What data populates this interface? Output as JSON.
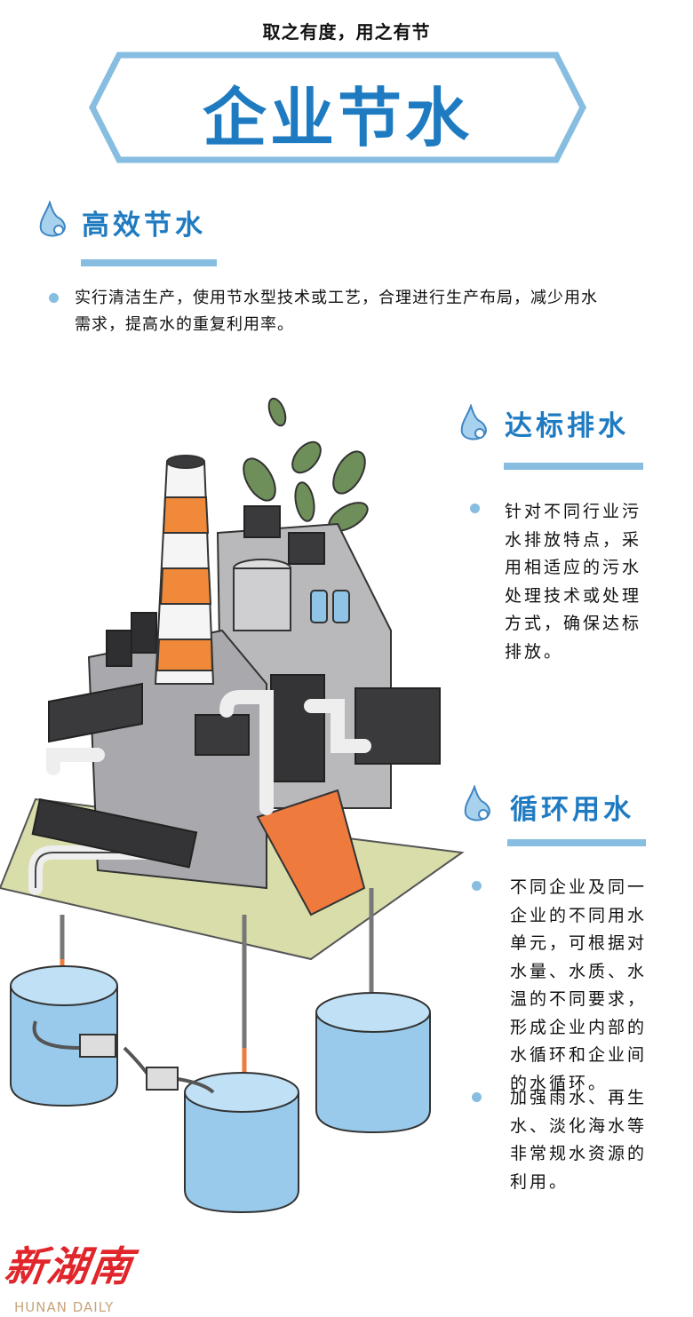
{
  "header": {
    "subtitle": "取之有度，用之有节",
    "title": "企业节水"
  },
  "sections": [
    {
      "icon": "water-drop-mascot-icon",
      "heading": "高效节水",
      "bullets": [
        "实行清洁生产，使用节水型技术或工艺，合理进行生产布局，减少用水需求，提高水的重复利用率。"
      ]
    },
    {
      "icon": "water-drop-mascot-icon",
      "heading": "达标排水",
      "bullets": [
        "针对不同行业污水排放特点，采用相适应的污水处理技术或处理方式，确保达标排放。"
      ]
    },
    {
      "icon": "water-drop-mascot-icon",
      "heading": "循环用水",
      "bullets": [
        "不同企业及同一企业的不同用水单元，可根据对水量、水质、水温的不同要求，形成企业内部的水循环和企业间的水循环。",
        "加强雨水、再生水、淡化海水等非常规水资源的利用。"
      ]
    }
  ],
  "logo": {
    "cn": "新湖南",
    "en": "HUNAN DAILY"
  },
  "colors": {
    "accent": "#1f7bc1",
    "light_accent": "#86bde0",
    "logo_red": "#e0252b"
  }
}
